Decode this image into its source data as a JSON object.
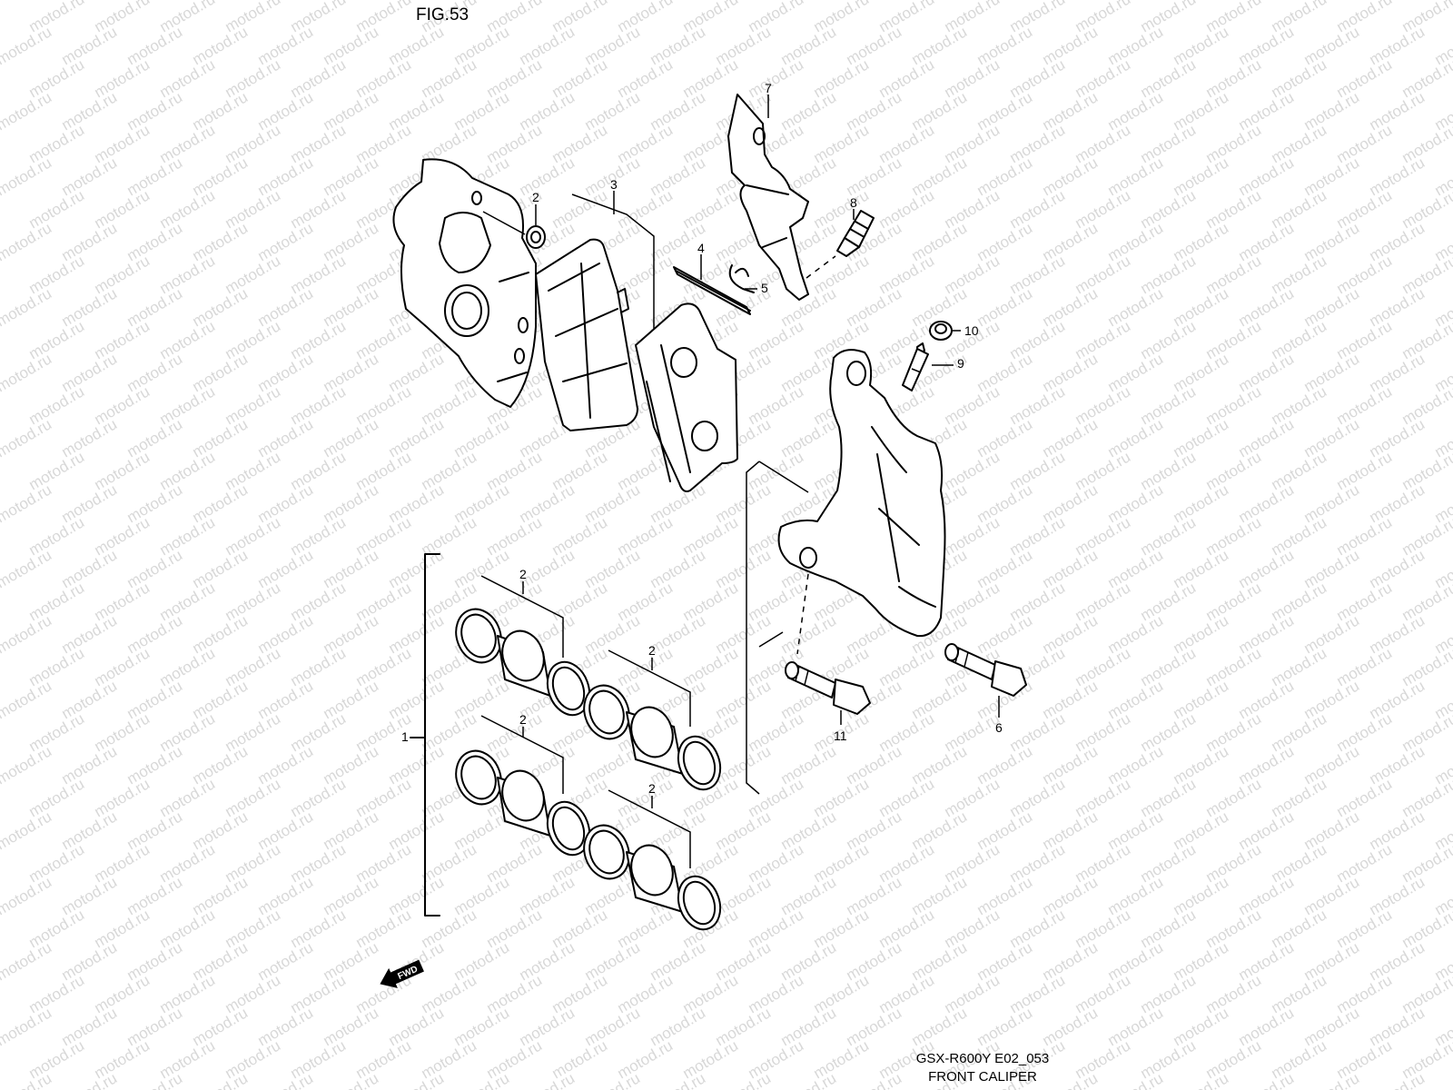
{
  "figure_label": "FIG.53",
  "model_code": "GSX-R600Y E02_053",
  "section_title": "FRONT CALIPER",
  "watermark_text": "motod.ru",
  "fwd_arrow_label": "FWD",
  "callouts": {
    "c1": "1",
    "c2_top": "2",
    "c2_seal_a": "2",
    "c2_seal_b": "2",
    "c2_seal_c": "2",
    "c2_seal_d": "2",
    "c3": "3",
    "c4": "4",
    "c5": "5",
    "c6": "6",
    "c7": "7",
    "c8": "8",
    "c9": "9",
    "c10": "10",
    "c11": "11"
  },
  "colors": {
    "line": "#000000",
    "watermark": "#d8d8d8",
    "background": "#ffffff"
  }
}
